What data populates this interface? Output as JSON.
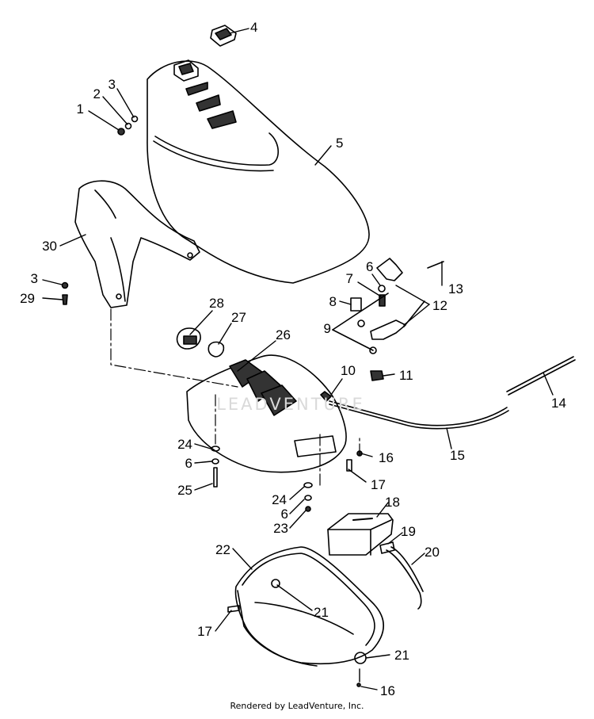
{
  "diagram": {
    "callouts": [
      {
        "id": "c1",
        "text": "1"
      },
      {
        "id": "c2",
        "text": "2"
      },
      {
        "id": "c3a",
        "text": "3"
      },
      {
        "id": "c4",
        "text": "4"
      },
      {
        "id": "c5",
        "text": "5"
      },
      {
        "id": "c30",
        "text": "30"
      },
      {
        "id": "c3b",
        "text": "3"
      },
      {
        "id": "c29",
        "text": "29"
      },
      {
        "id": "c6a",
        "text": "6"
      },
      {
        "id": "c7",
        "text": "7"
      },
      {
        "id": "c8",
        "text": "8"
      },
      {
        "id": "c13",
        "text": "13"
      },
      {
        "id": "c12",
        "text": "12"
      },
      {
        "id": "c9",
        "text": "9"
      },
      {
        "id": "c11",
        "text": "11"
      },
      {
        "id": "c28",
        "text": "28"
      },
      {
        "id": "c27",
        "text": "27"
      },
      {
        "id": "c26",
        "text": "26"
      },
      {
        "id": "c10",
        "text": "10"
      },
      {
        "id": "c14",
        "text": "14"
      },
      {
        "id": "c15",
        "text": "15"
      },
      {
        "id": "c16a",
        "text": "16"
      },
      {
        "id": "c17a",
        "text": "17"
      },
      {
        "id": "c24a",
        "text": "24"
      },
      {
        "id": "c6b",
        "text": "6"
      },
      {
        "id": "c25",
        "text": "25"
      },
      {
        "id": "c24b",
        "text": "24"
      },
      {
        "id": "c6c",
        "text": "6"
      },
      {
        "id": "c23",
        "text": "23"
      },
      {
        "id": "c18",
        "text": "18"
      },
      {
        "id": "c19",
        "text": "19"
      },
      {
        "id": "c20",
        "text": "20"
      },
      {
        "id": "c22",
        "text": "22"
      },
      {
        "id": "c21a",
        "text": "21"
      },
      {
        "id": "c17b",
        "text": "17"
      },
      {
        "id": "c21b",
        "text": "21"
      },
      {
        "id": "c16b",
        "text": "16"
      }
    ],
    "watermark": "LEADVENTURE",
    "footer": "Rendered by LeadVenture, Inc."
  }
}
